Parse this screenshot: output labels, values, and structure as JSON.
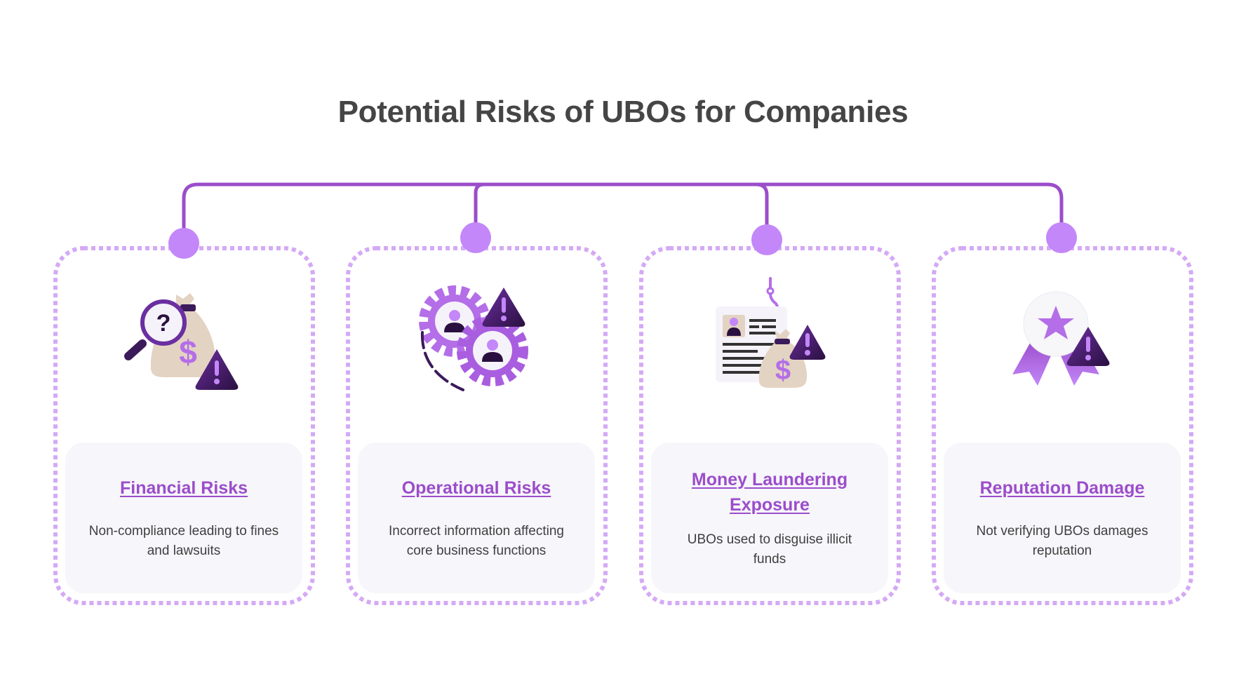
{
  "title": "Potential Risks of UBOs for Companies",
  "colors": {
    "title_text": "#454545",
    "connector_line": "#9b4dca",
    "connector_dot": "#c387f9",
    "dotted_border": "#d4a9f5",
    "panel_bg": "#f7f6fb",
    "card_title": "#9b4dca",
    "body_text": "#3f3f3f",
    "dark_purple": "#3b1a5a",
    "bag_beige": "#e3d3c3"
  },
  "cards": [
    {
      "title": "Financial Risks",
      "description": "Non-compliance leading to fines and lawsuits",
      "icon": "money-bag-magnifier-warning-icon"
    },
    {
      "title": "Operational Risks",
      "description": "Incorrect information affecting core business functions",
      "icon": "gears-people-warning-icon"
    },
    {
      "title": "Money Laundering Exposure",
      "description": "UBOs used to disguise illicit funds",
      "icon": "document-money-bag-hook-warning-icon"
    },
    {
      "title": "Reputation Damage",
      "description": "Not verifying UBOs damages reputation",
      "icon": "award-ribbon-warning-icon"
    }
  ]
}
